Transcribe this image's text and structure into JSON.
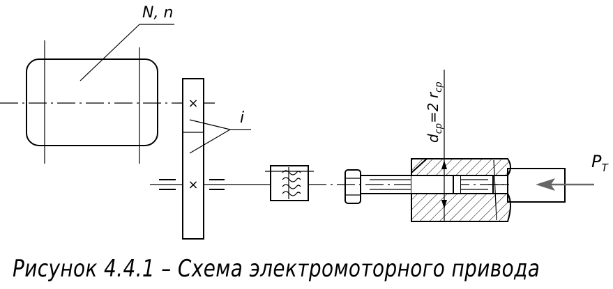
{
  "labels": {
    "motor": "N, n",
    "gear_ratio": "i",
    "load": "P",
    "load_subscript": "T",
    "diameter_main": "d",
    "diameter_sub": "ср",
    "diameter_rest": "=2 r",
    "diameter_rest_sub": "ср"
  },
  "caption": "Рисунок 4.4.1 – Схема электромоторного привода"
}
